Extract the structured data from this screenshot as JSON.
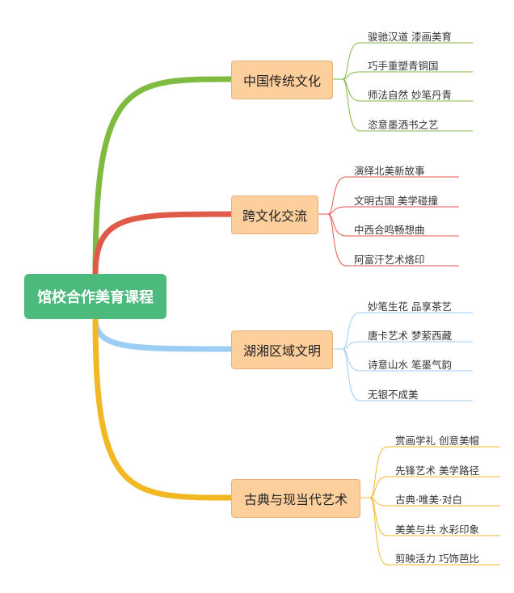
{
  "root": "馆校合作美育课程",
  "branches": [
    {
      "label": "中国传统文化",
      "color": "#7fba41",
      "leaves": [
        "骏驰汉道 漆画美育",
        "巧手重塑青铜国",
        "师法自然 妙笔丹青",
        "恣意墨洒书之艺"
      ]
    },
    {
      "label": "跨文化交流",
      "color": "#e05a4a",
      "leaves": [
        "演绎北美新故事",
        "文明古国 美学碰撞",
        "中西合鸣畅想曲",
        "阿富汗艺术烙印"
      ]
    },
    {
      "label": "湖湘区域文明",
      "color": "#9ccdf3",
      "leaves": [
        "妙笔生花 品享茶艺",
        "唐卡艺术 梦萦西藏",
        "诗意山水 笔墨气韵",
        "无银不成美"
      ]
    },
    {
      "label": "古典与现当代艺术",
      "color": "#f2b824",
      "leaves": [
        "赏画学礼 创意美帽",
        "先锋艺术 美学路径",
        "古典·唯美·对白",
        "美美与共 水彩印象",
        "剪映活力 巧饰芭比"
      ]
    }
  ]
}
